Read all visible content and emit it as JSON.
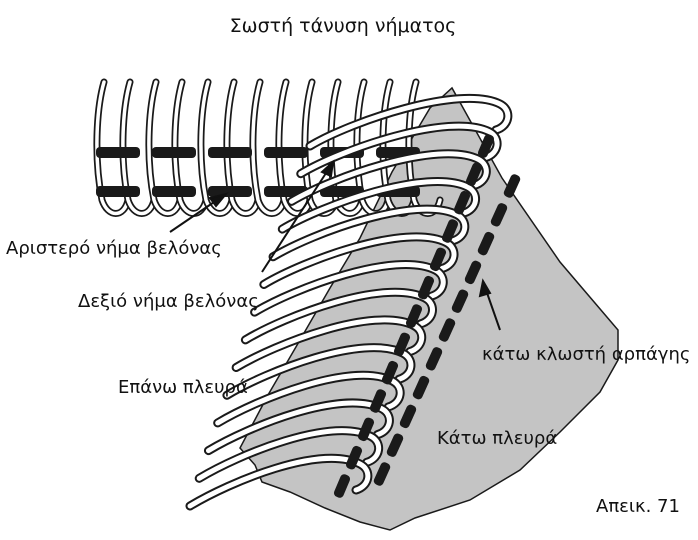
{
  "title": "Σωστή τάνυση νήματος",
  "labels": {
    "left_needle_thread": "Αριστερό νήμα βελόνας",
    "right_needle_thread": "Δεξιό νήμα βελόνας",
    "lower_looper_thread": "κάτω κλωστή αρπάγης",
    "upper_side": "Επάνω πλευρά",
    "lower_side": "Κάτω πλευρά",
    "figure_number": "Απεικ. 71"
  },
  "colors": {
    "fabric": "#c4c4c4",
    "thread_outline": "#1a1a1a",
    "thread_fill": "#ffffff",
    "needle_stitch": "#1a1a1a"
  }
}
